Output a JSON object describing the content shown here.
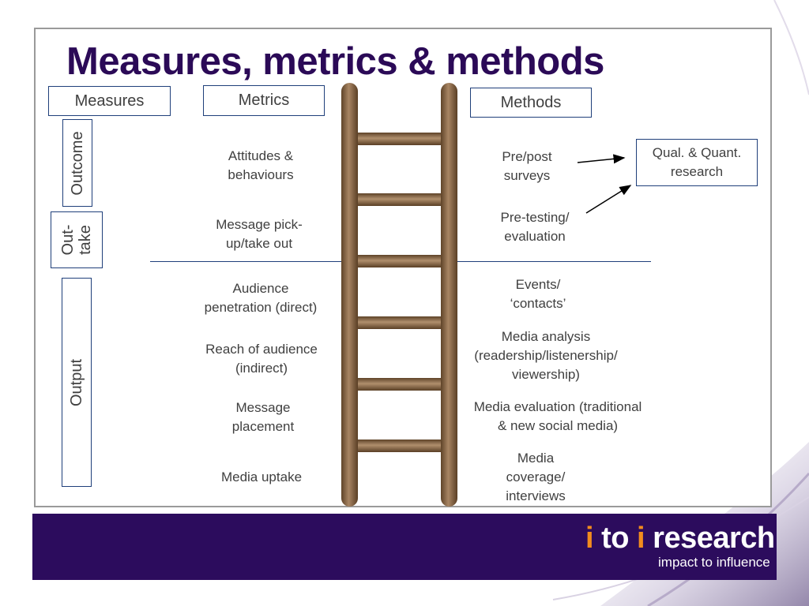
{
  "title": "Measures, metrics & methods",
  "headers": {
    "measures": "Measures",
    "metrics": "Metrics",
    "methods": "Methods"
  },
  "measures": {
    "outcome": "Outcome",
    "outtake_line1": "Out-",
    "outtake_line2": "take",
    "output": "Output"
  },
  "metrics": [
    [
      "Attitudes &",
      "behaviours"
    ],
    [
      "Message pick-",
      "up/take out"
    ],
    [
      "Audience",
      "penetration (direct)"
    ],
    [
      "Reach of audience",
      "(indirect)"
    ],
    [
      "Message",
      "placement"
    ],
    [
      "Media uptake"
    ]
  ],
  "methods": [
    [
      "Pre/post",
      "surveys"
    ],
    [
      "Pre-testing/",
      "evaluation"
    ],
    [
      "Events/",
      "‘contacts’"
    ],
    [
      "Media analysis",
      "(readership/listenership/",
      "viewership)"
    ],
    [
      "Media evaluation (traditional",
      "& new social media)"
    ],
    [
      "Media",
      "coverage/",
      "interviews"
    ]
  ],
  "callout": {
    "line1": "Qual. & Quant.",
    "line2": "research"
  },
  "footer": {
    "logo_i1": "i",
    "logo_to": " to ",
    "logo_i2": "i",
    "logo_research": " research",
    "tagline": "impact to influence"
  },
  "colors": {
    "title": "#2b0a57",
    "footer_bg": "#2c0c5d",
    "logo_accent": "#f28c1e",
    "ladder_wood": "#8a6a48",
    "box_border": "#1f3f7a"
  }
}
